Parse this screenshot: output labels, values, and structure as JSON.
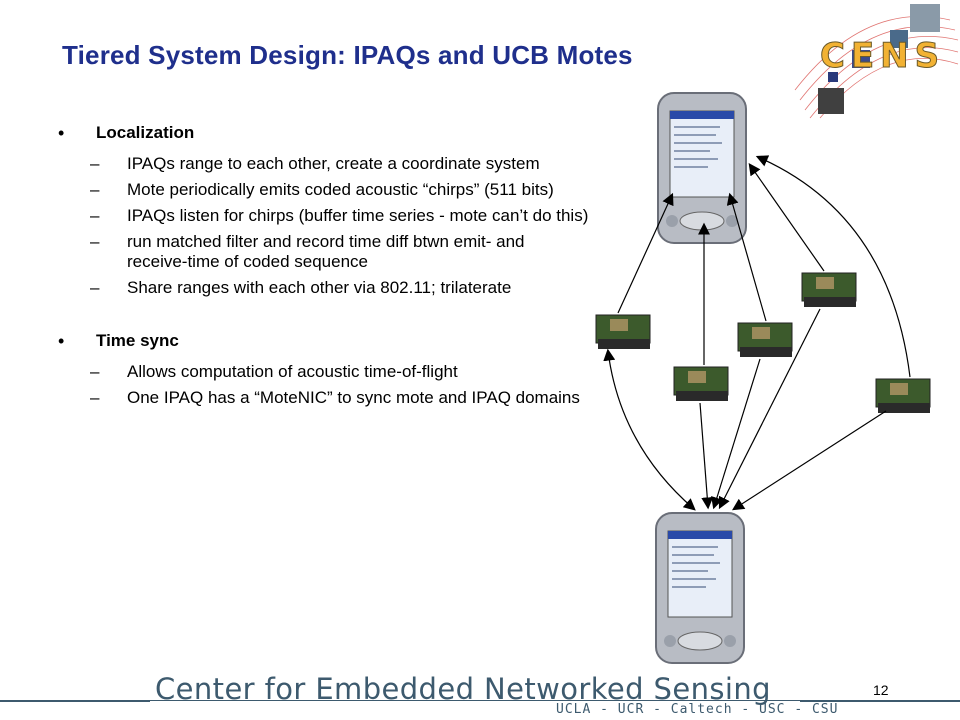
{
  "title": "Tiered System Design: IPAQs and UCB Motes",
  "logo": {
    "text": "CENS"
  },
  "sections": [
    {
      "bullet": "•",
      "label": "Localization",
      "items": [
        {
          "dash": "–",
          "text": "IPAQs range to each other, create a coordinate system"
        },
        {
          "dash": "–",
          "text": " Mote periodically emits coded acoustic “chirps” (511 bits)"
        },
        {
          "dash": "–",
          "text": "IPAQs listen for chirps (buffer time series - mote can’t do this)"
        },
        {
          "dash": "–",
          "text": "run matched filter and record time diff btwn emit- and receive-time of coded sequence"
        },
        {
          "dash": "–",
          "text": "Share ranges with each other via 802.11; trilaterate"
        }
      ]
    },
    {
      "bullet": "•",
      "label": "Time sync",
      "items": [
        {
          "dash": "–",
          "text": "Allows computation of acoustic time-of-flight"
        },
        {
          "dash": "–",
          "text": "One IPAQ has a “MoteNIC” to sync mote and IPAQ domains"
        }
      ]
    }
  ],
  "footer": {
    "title": "Center for Embedded Networked Sensing",
    "subtitle": "UCLA - UCR - Caltech - USC - CSU",
    "page_number": "12"
  }
}
